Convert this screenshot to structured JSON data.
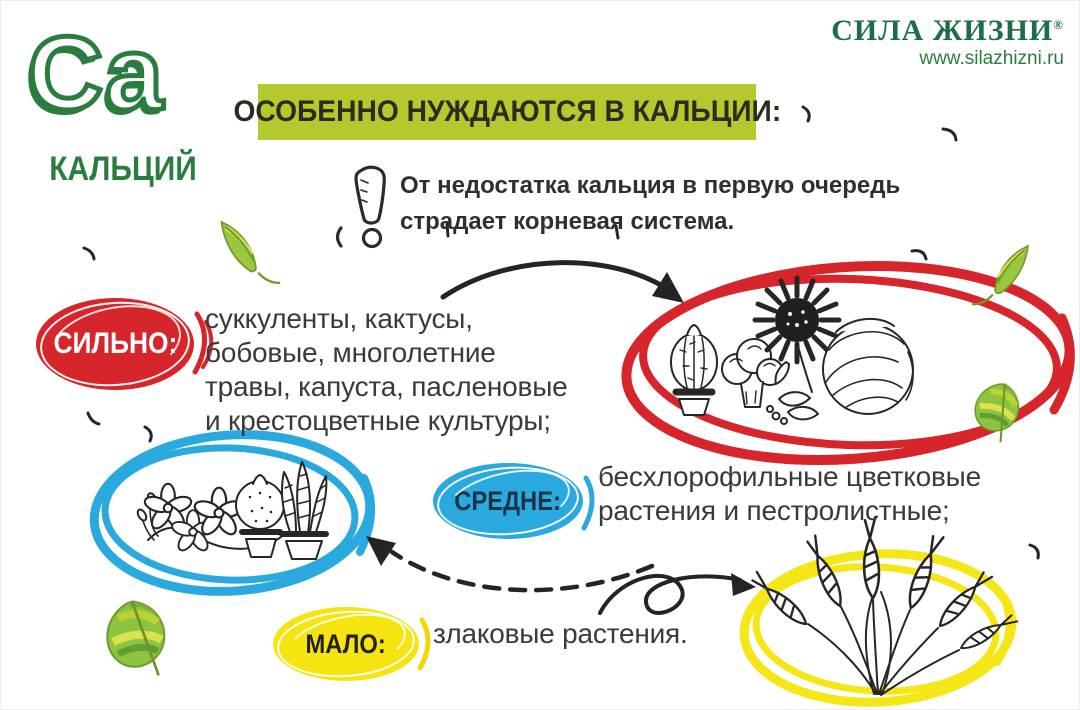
{
  "logo": {
    "symbol": "Ca",
    "element_name": "КАЛЬЦИЙ",
    "brand": "СИЛА ЖИЗНИ",
    "registered": "®",
    "website": "www.silazhizni.ru"
  },
  "banner": {
    "text": "ОСОБЕННО НУЖДАЮТСЯ В КАЛЬЦИИ:"
  },
  "note": {
    "icon": "exclamation-icon",
    "lines": [
      "От недостатка кальция в первую очередь",
      "страдает корневая система."
    ]
  },
  "levels": [
    {
      "id": "strong",
      "label": "СИЛЬНО:",
      "badge_color": "#d6252b",
      "label_color": "#ffffff",
      "circle_color": "#d6252b",
      "lines": [
        "суккуленты, кактусы,",
        "бобовые, многолетние",
        "травы, капуста, пасленовые",
        "и крестоцветные культуры;"
      ],
      "illustration": [
        "cactus-in-pot",
        "broccoli",
        "sunflower",
        "beans",
        "cabbage"
      ]
    },
    {
      "id": "medium",
      "label": "СРЕДНЕ:",
      "badge_color": "#2aa9de",
      "label_color": "#1d3346",
      "circle_color": "#2aa9de",
      "lines": [
        "бесхлорофильные цветковые",
        "растения и пестролистные;"
      ],
      "illustration": [
        "orchid",
        "cactus-in-pot",
        "striped-succulent-in-pot"
      ]
    },
    {
      "id": "low",
      "label": "МАЛО:",
      "badge_color": "#f6e411",
      "label_color": "#222222",
      "circle_color": "#f5e618",
      "lines": [
        "злаковые растения."
      ],
      "illustration": [
        "wheat-ears"
      ]
    }
  ],
  "colors": {
    "banner_bg": "#b5c92f",
    "banner_text": "#2c2c1e",
    "brand_green": "#1c6e46",
    "element_green": "#2a7d3f",
    "ink": "#2f2f2f",
    "leaf_green": "#8cc43f"
  }
}
